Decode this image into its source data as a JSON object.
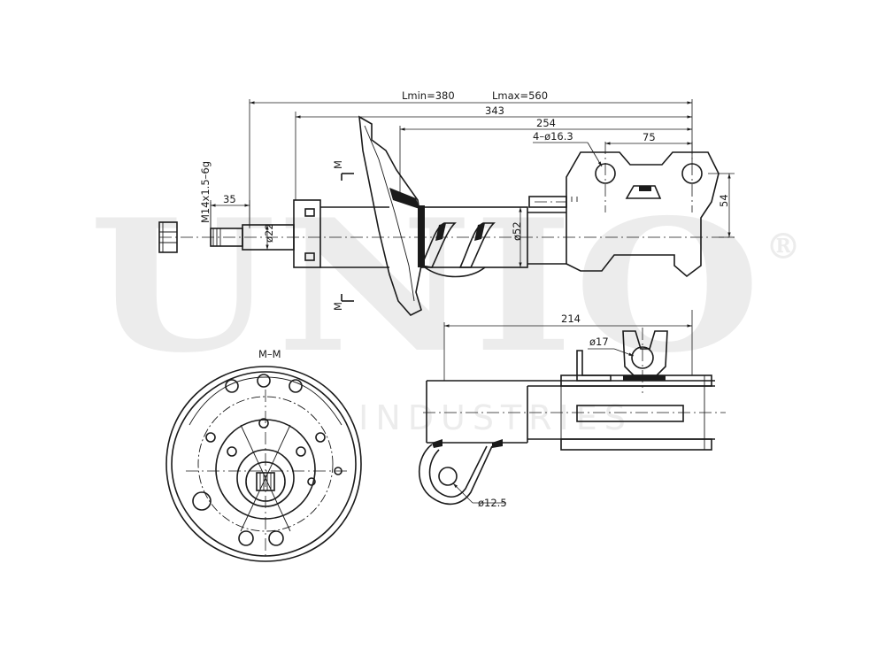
{
  "watermark": {
    "brand": "UNIO",
    "sub": "INDUSTRIES",
    "registered": "®"
  },
  "dimensions": {
    "lmin": "Lmin=380",
    "lmax": "Lmax=560",
    "d343": "343",
    "d254": "254",
    "holes": "4–ø16.3",
    "d75": "75",
    "d54": "54",
    "d35": "35",
    "thread": "M14x1.5–6g",
    "rod_dia": "ø22",
    "body_dia": "ø52",
    "d214": "214",
    "slot_dia": "ø17",
    "eye_dia": "ø12.5"
  },
  "section": {
    "label": "M–M",
    "mark_top": "M",
    "mark_bottom": "M"
  }
}
